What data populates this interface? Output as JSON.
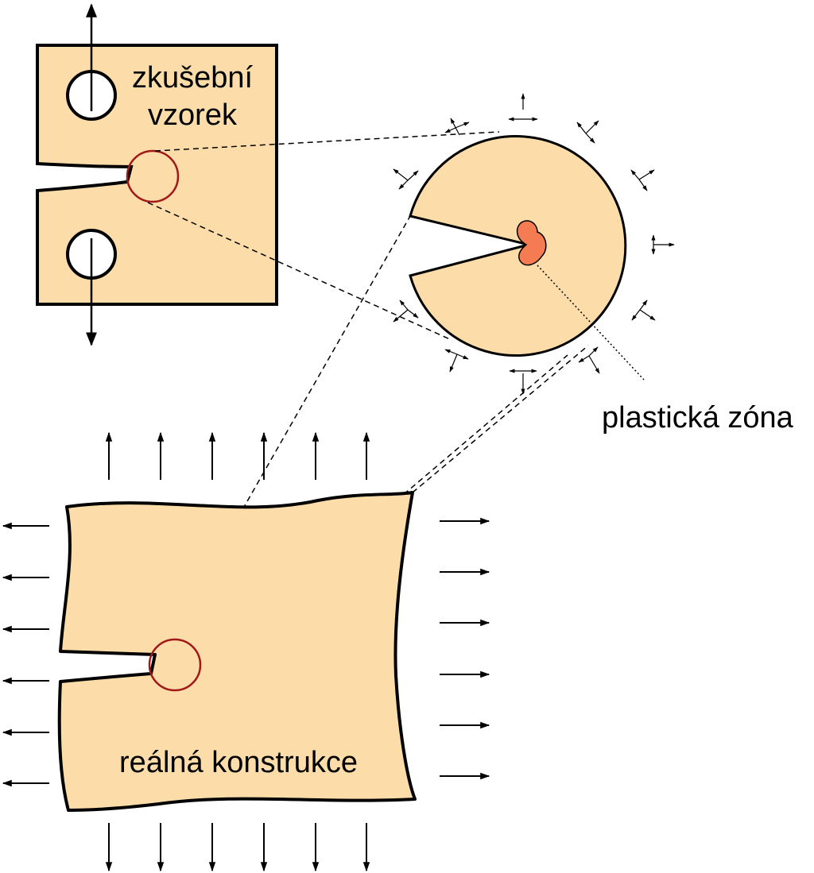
{
  "labels": {
    "specimen_line1": "zkušební",
    "specimen_line2": "vzorek",
    "plastic_zone": "plastická zóna",
    "real_structure": "reálná konstrukce"
  },
  "colors": {
    "material_fill": "#fcdca8",
    "plastic_zone_fill": "#f47b52",
    "zoom_circle_stroke": "#a01818",
    "outline": "#000000"
  }
}
